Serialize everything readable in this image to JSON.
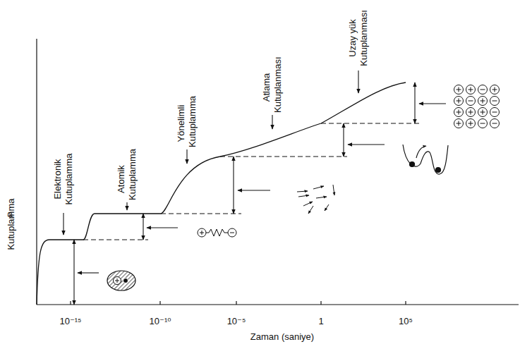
{
  "diagram": {
    "labels": [
      "Kutuplamma",
      "P",
      "Elektronik Kutuplamma",
      "Atomik Kutuplamma",
      "Yönelimli Kutuplamma",
      "Atlama Kutuplanması",
      "Uzay yük Kutuplanması",
      "10⁻¹⁵",
      "10⁻¹⁰",
      "10⁻⁵",
      "1",
      "10⁵",
      "Zaman (saniye)"
    ]
  }
}
